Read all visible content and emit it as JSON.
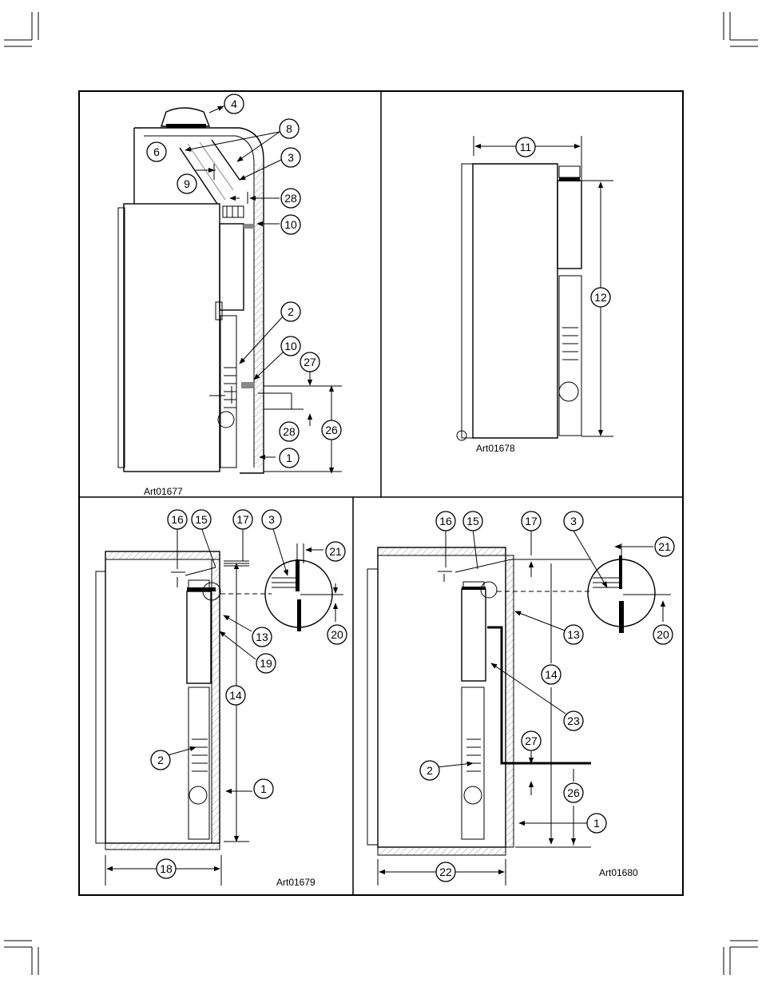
{
  "figure": {
    "panels": [
      {
        "id": "top-left",
        "art_label": "Art01677",
        "callouts": [
          "4",
          "8",
          "6",
          "3",
          "9",
          "28",
          "10",
          "2",
          "10",
          "27",
          "26",
          "28",
          "1"
        ]
      },
      {
        "id": "top-right",
        "art_label": "Art01678",
        "callouts": [
          "11",
          "12"
        ]
      },
      {
        "id": "bottom-left",
        "art_label": "Art01679",
        "callouts": [
          "16",
          "15",
          "17",
          "3",
          "21",
          "20",
          "13",
          "19",
          "14",
          "2",
          "1",
          "18"
        ]
      },
      {
        "id": "bottom-right",
        "art_label": "Art01680",
        "callouts": [
          "16",
          "15",
          "17",
          "3",
          "21",
          "20",
          "13",
          "14",
          "23",
          "27",
          "2",
          "26",
          "1",
          "22"
        ]
      }
    ]
  },
  "colors": {
    "line": "#000000",
    "hatch": "#888888",
    "paper": "#ffffff"
  }
}
